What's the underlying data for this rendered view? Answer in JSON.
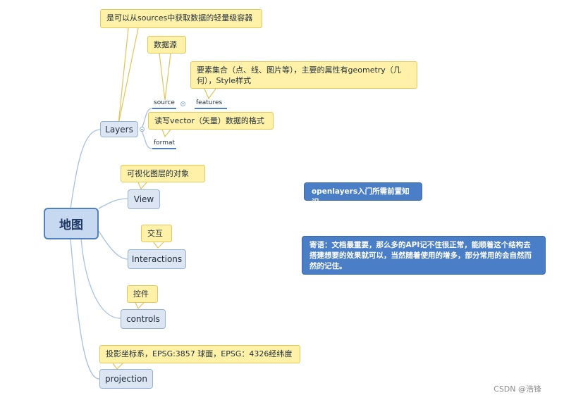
{
  "root": {
    "label": "地图"
  },
  "nodes": {
    "layers": "Layers",
    "view": "View",
    "interactions": "Interactions",
    "controls": "controls",
    "projection": "projection"
  },
  "subnodes": {
    "source": "source",
    "features": "features",
    "format": "format"
  },
  "notes": {
    "layers": "是可以从sources中获取数据的轻量级容器",
    "source": "数据源",
    "features": "要素集合（点、线、图片等），主要的属性有geometry（几何），Style样式",
    "format": "读写vector（矢量）数据的格式",
    "view": "可视化图层的对象",
    "interactions": "交互",
    "controls": "控件",
    "projection": "投影坐标系，EPSG:3857 球面，EPSG：4326经纬度"
  },
  "callouts": {
    "title": "openlayers入门所需前置知识",
    "message": "寄语：文档最重要，那么多的API记不住很正常，能顺着这个结构去搭建想要的效果就可以，当然随着使用的增多，部分常用的会自然而然的记住。"
  },
  "watermark": "CSDN @浩锋",
  "colors": {
    "node_fill": "#dce6f2",
    "node_border": "#95b3d7",
    "note_fill": "#fff2a8",
    "callout_fill": "#4a7ec7",
    "connector": "#a9c1dd"
  }
}
